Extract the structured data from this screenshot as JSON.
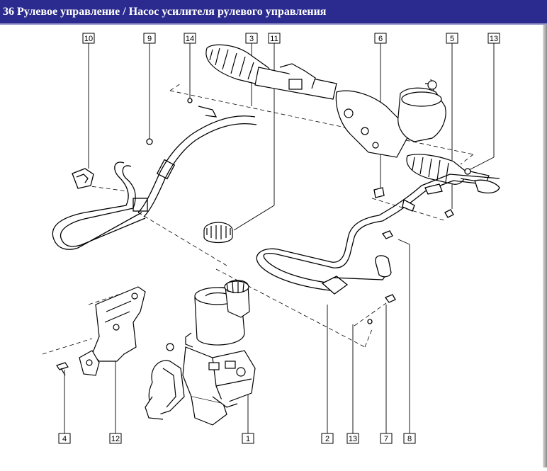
{
  "title": "36 Рулевое управление / Насос усилителя рулевого управления",
  "callouts": {
    "c10": "10",
    "c9": "9",
    "c14": "14",
    "c3": "3",
    "c11": "11",
    "c6": "6",
    "c5": "5",
    "c13a": "13",
    "c4": "4",
    "c12": "12",
    "c1": "1",
    "c2": "2",
    "c13b": "13",
    "c7": "7",
    "c8": "8"
  }
}
